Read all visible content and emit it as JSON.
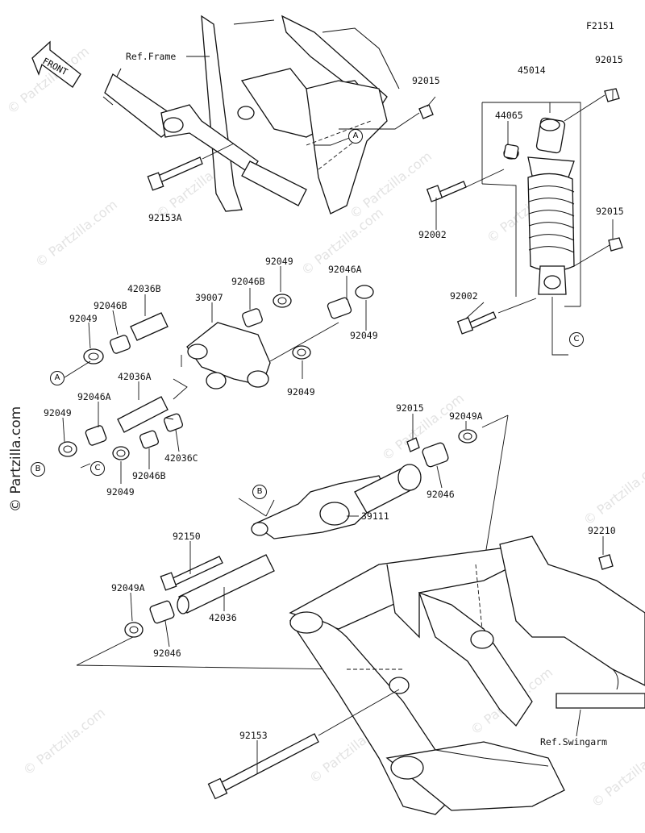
{
  "diagram_id": "F2151",
  "front_label": "FRONT",
  "ref_frame": "Ref.Frame",
  "ref_swingarm": "Ref.Swingarm",
  "watermark": "© Partzilla.com",
  "watermark_side": "© Partzilla.com",
  "callouts": {
    "a": "A",
    "b": "B",
    "c": "C"
  },
  "parts": {
    "p92015_top_left": "92015",
    "p92153A": "92153A",
    "p45014": "45014",
    "p92015_top_right": "92015",
    "p44065": "44065",
    "p92002_upper": "92002",
    "p92015_mid_right": "92015",
    "p92002_lower": "92002",
    "p92049_top": "92049",
    "p92046B_top": "92046B",
    "p92046A_top": "92046A",
    "p42036B": "42036B",
    "p39007": "39007",
    "p92046B_left": "92046B",
    "p92049_left": "92049",
    "p92049_right_a": "92049",
    "p92049_right_b": "92049",
    "p42036A": "42036A",
    "p92046A_left": "92046A",
    "p92049_lower_left": "92049",
    "p42036C": "42036C",
    "p92046B_low": "92046B",
    "p92049_bottom_left": "92049",
    "p92015_mid": "92015",
    "p92049A_top": "92049A",
    "p92046_mid": "92046",
    "p39111": "39111",
    "p92210": "92210",
    "p92150": "92150",
    "p92049A_low": "92049A",
    "p42036": "42036",
    "p92046_low": "92046",
    "p92153": "92153"
  }
}
